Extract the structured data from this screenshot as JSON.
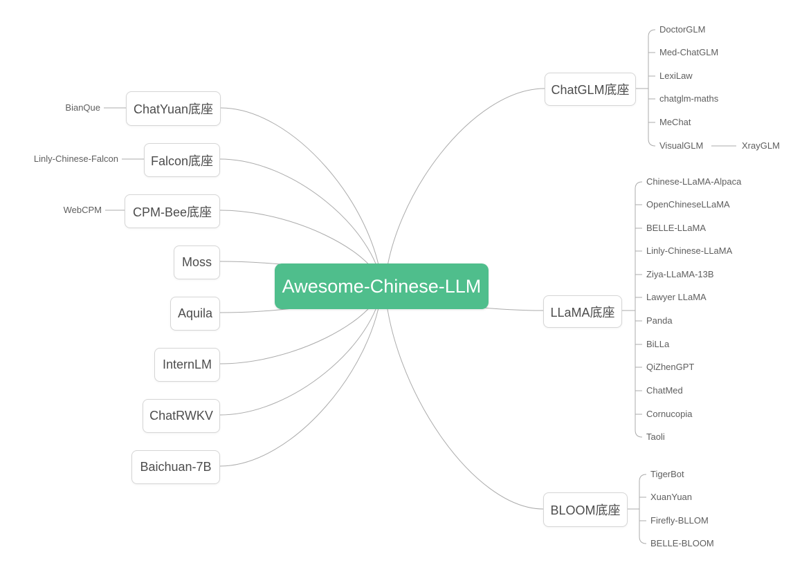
{
  "title": "Awesome-Chinese-LLM mind map",
  "colors": {
    "root_background": "#4fbe8c",
    "root_text": "#ffffff",
    "topic_border": "#d5d5d5",
    "topic_text": "#4c4c4c",
    "leaf_text": "#5e5e5e",
    "connector_line": "#ababab"
  },
  "root": {
    "label": "Awesome-Chinese-LLM"
  },
  "left_branches": [
    {
      "label": "ChatYuan底座",
      "children": [
        "BianQue"
      ]
    },
    {
      "label": "Falcon底座",
      "children": [
        "Linly-Chinese-Falcon"
      ]
    },
    {
      "label": "CPM-Bee底座",
      "children": [
        "WebCPM"
      ]
    },
    {
      "label": "Moss",
      "children": []
    },
    {
      "label": "Aquila",
      "children": []
    },
    {
      "label": "InternLM",
      "children": []
    },
    {
      "label": "ChatRWKV",
      "children": []
    },
    {
      "label": "Baichuan-7B",
      "children": []
    }
  ],
  "right_branches": [
    {
      "label": "ChatGLM底座",
      "children": [
        "DoctorGLM",
        "Med-ChatGLM",
        "LexiLaw",
        "chatglm-maths",
        "MeChat",
        "VisualGLM"
      ],
      "grandchildren": [
        {
          "parent": "VisualGLM",
          "label": "XrayGLM"
        }
      ]
    },
    {
      "label": "LLaMA底座",
      "children": [
        "Chinese-LLaMA-Alpaca",
        "OpenChineseLLaMA",
        "BELLE-LLaMA",
        "Linly-Chinese-LLaMA",
        "Ziya-LLaMA-13B",
        "Lawyer LLaMA",
        "Panda",
        "BiLLa",
        "QiZhenGPT",
        "ChatMed",
        "Cornucopia",
        "Taoli"
      ],
      "grandchildren": []
    },
    {
      "label": "BLOOM底座",
      "children": [
        "TigerBot",
        "XuanYuan",
        "Firefly-BLLOM",
        "BELLE-BLOOM"
      ],
      "grandchildren": []
    }
  ]
}
